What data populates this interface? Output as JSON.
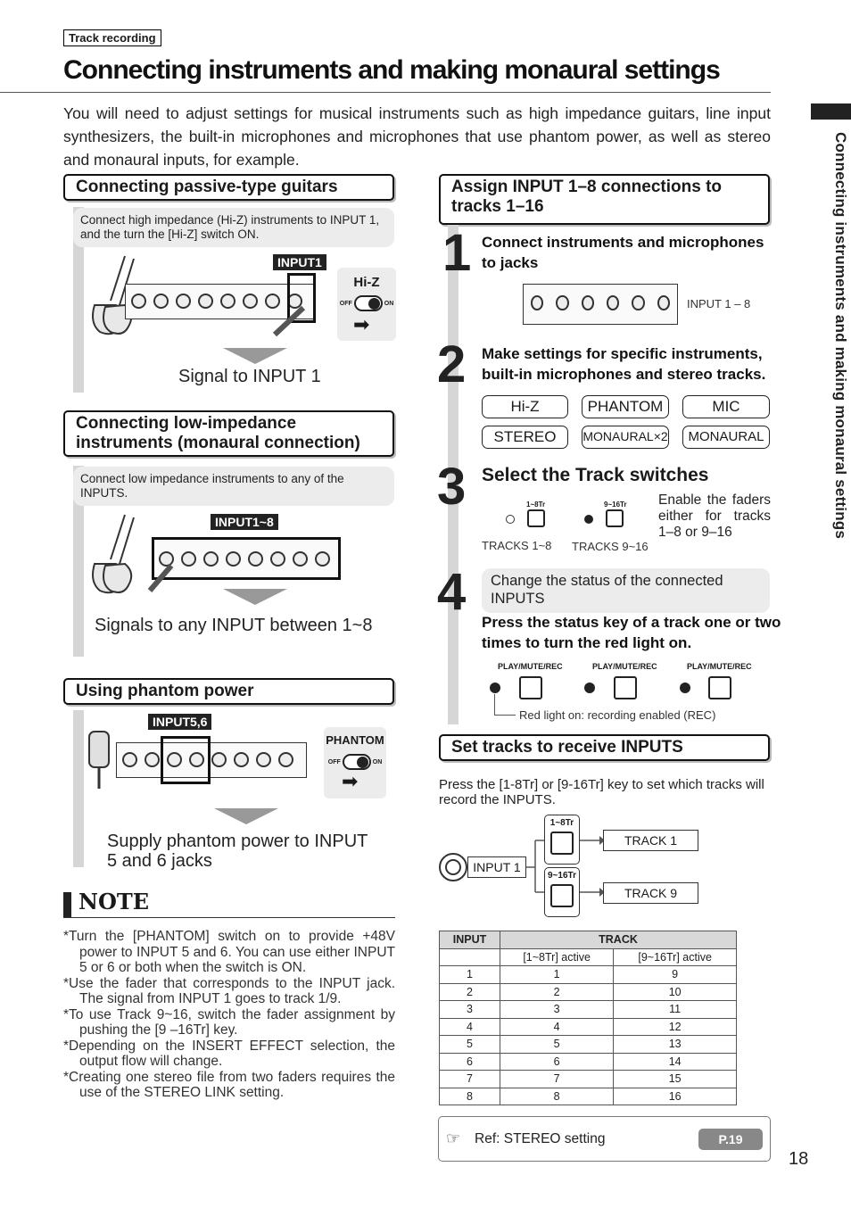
{
  "header": {
    "tag": "Track recording",
    "title": "Connecting instruments and making monaural settings",
    "intro": "You will need to adjust settings for musical instruments such as high impedance guitars, line input synthesizers, the built-in microphones and microphones that use phantom power, as well as stereo and monaural inputs, for example."
  },
  "side_tab": "Connecting instruments and making monaural settings",
  "left": {
    "passive": {
      "heading": "Connecting passive-type guitars",
      "bubble": "Connect high impedance (Hi-Z) instruments to INPUT 1, and the turn the [Hi-Z] switch ON.",
      "input_label": "INPUT1",
      "switch_label": "Hi-Z",
      "off": "OFF",
      "on": "ON",
      "caption": "Signal to INPUT 1"
    },
    "lowimp": {
      "heading_line1": "Connecting low-impedance",
      "heading_line2": "instruments (monaural connection)",
      "bubble": "Connect low impedance instruments to any of the INPUTS.",
      "input_label": "INPUT1~8",
      "caption": "Signals to any INPUT between 1~8"
    },
    "phantom": {
      "heading": "Using phantom power",
      "input_label": "INPUT5,6",
      "switch_label": "PHANTOM",
      "off": "OFF",
      "on": "ON",
      "caption_line1": "Supply phantom power to INPUT",
      "caption_line2": "5 and 6 jacks"
    },
    "note": {
      "heading": "NOTE",
      "items": [
        "*Turn the [PHANTOM] switch on to provide +48V power to INPUT 5 and 6. You can use either INPUT 5 or 6 or both when the switch is ON.",
        "*Use the fader that corresponds to the INPUT jack. The signal from INPUT 1 goes to track 1/9.",
        "*To use Track 9~16, switch the fader assignment by pushing the [9 –16Tr] key.",
        "*Depending on the INSERT EFFECT selection, the output flow will change.",
        "*Creating one stereo file from two faders requires the use of the STEREO LINK setting."
      ]
    }
  },
  "right": {
    "assign": {
      "heading_line1": "Assign INPUT 1–8 connections to",
      "heading_line2": "tracks 1–16"
    },
    "step1": {
      "num": "1",
      "line1": "Connect instruments and microphones",
      "line2": "to jacks",
      "input_caption": "INPUT 1 – 8"
    },
    "step2": {
      "num": "2",
      "line1": "Make settings for specific instruments,",
      "line2": "built-in microphones and stereo tracks.",
      "keys": [
        "Hi-Z",
        "PHANTOM",
        "MIC",
        "STEREO",
        "MONAURAL×2",
        "MONAURAL"
      ]
    },
    "step3": {
      "num": "3",
      "heading": "Select the Track switches",
      "key1": "1~8Tr",
      "key2": "9~16Tr",
      "tracks1": "TRACKS 1~8",
      "tracks2": "TRACKS 9~16",
      "desc": "Enable the faders either for tracks 1–8 or 9–16"
    },
    "step4": {
      "num": "4",
      "bubble": "Change the status of the connected INPUTS",
      "line1": "Press the status key of a track one or two",
      "line2": "times to turn the red light on.",
      "key_label": "PLAY/MUTE/REC",
      "red_note": "Red light on: recording enabled (REC)"
    },
    "receive": {
      "heading": "Set tracks to receive INPUTS",
      "text": "Press the [1-8Tr] or [9-16Tr] key to set which tracks will record the INPUTS.",
      "input": "INPUT 1",
      "key1": "1~8Tr",
      "key2": "9~16Tr",
      "track1": "TRACK 1",
      "track9": "TRACK 9"
    },
    "table": {
      "col_input": "INPUT",
      "col_track": "TRACK",
      "sub1": "[1~8Tr] active",
      "sub2": "[9~16Tr] active",
      "rows": [
        [
          "1",
          "1",
          "9"
        ],
        [
          "2",
          "2",
          "10"
        ],
        [
          "3",
          "3",
          "11"
        ],
        [
          "4",
          "4",
          "12"
        ],
        [
          "5",
          "5",
          "13"
        ],
        [
          "6",
          "6",
          "14"
        ],
        [
          "7",
          "7",
          "15"
        ],
        [
          "8",
          "8",
          "16"
        ]
      ]
    },
    "ref": {
      "text": "Ref: STEREO setting",
      "page": "P.19"
    }
  },
  "page_number": "18"
}
